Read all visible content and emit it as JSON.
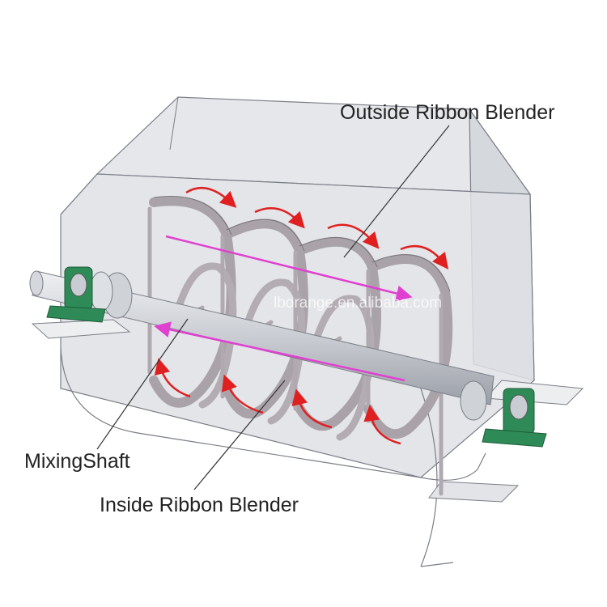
{
  "labels": {
    "outside_ribbon": "Outside Ribbon Blender",
    "mixing_shaft": "MixingShaft",
    "inside_ribbon": "Inside Ribbon Blender"
  },
  "watermark": "lborange.en.alibaba.com",
  "colors": {
    "tank_fill": "#dcdee3",
    "tank_stroke": "#7a7e86",
    "ribbon": "#a9a3a9",
    "shaft": "#c9ccd2",
    "bearing": "#2e8b57",
    "flow_arrow_outer": "#e02020",
    "flow_arrow_axial": "#e040d0"
  },
  "icons": {
    "flow_arrow": "curved-arrow-icon",
    "bearing": "pillow-block-bearing-icon"
  }
}
